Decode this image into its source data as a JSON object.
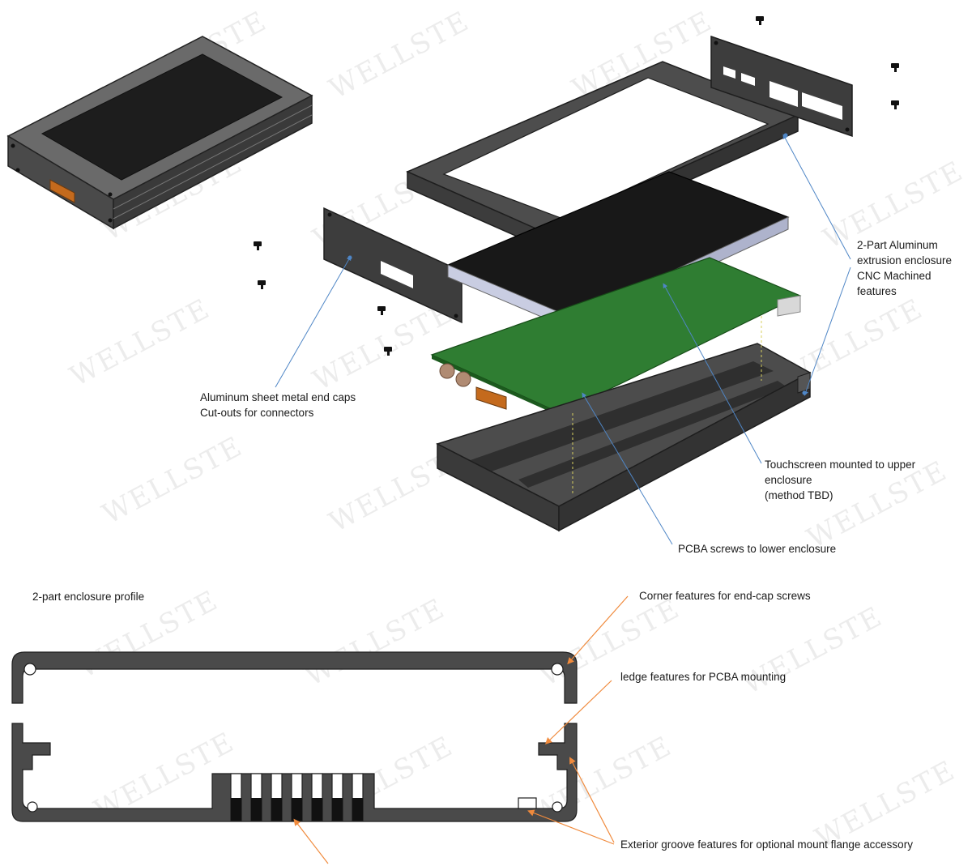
{
  "watermark": "WELLSTE",
  "colors": {
    "enclosure": "#3b3b3b",
    "enclosure_light": "#5a5a5a",
    "screen": "#1c1c1c",
    "pcb": "#2f7d32",
    "connector": "#c46a1d",
    "leader_blue": "#4f86c6",
    "leader_orange": "#f08a3c",
    "profile_fill": "#4a4a4a"
  },
  "callouts": {
    "end_caps": [
      "Aluminum sheet metal end caps",
      "Cut-outs for connectors"
    ],
    "extrusion": [
      "2-Part Aluminum",
      "extrusion enclosure",
      "CNC Machined",
      "features"
    ],
    "touchscreen": [
      "Touchscreen mounted to upper",
      "enclosure",
      "(method TBD)"
    ],
    "pcba": "PCBA screws to lower enclosure",
    "profile_title": "2-part enclosure profile",
    "corner": "Corner features for end-cap screws",
    "ledge": "ledge features for PCBA mounting",
    "groove": "Exterior groove features for optional mount flange accessory"
  }
}
